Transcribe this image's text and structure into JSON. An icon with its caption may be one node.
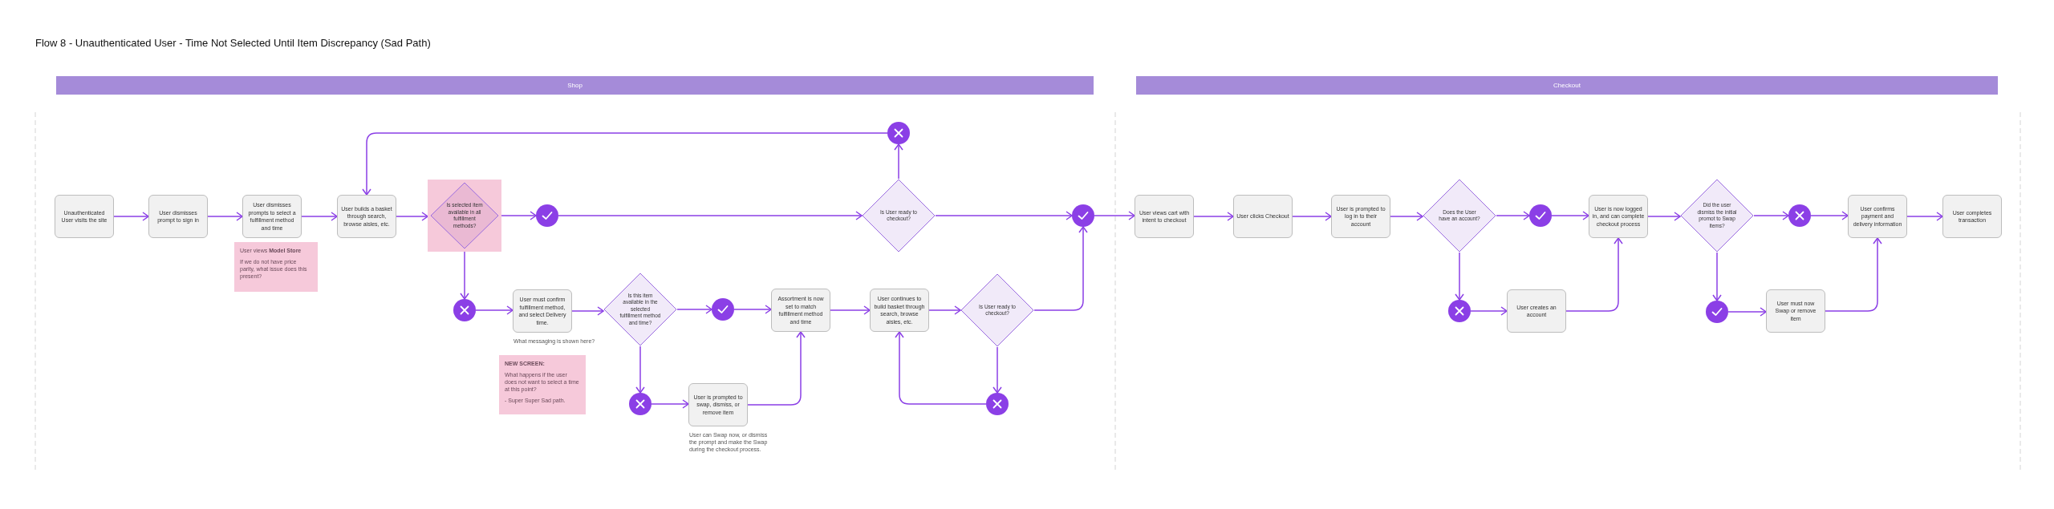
{
  "diagram": {
    "title": "Flow 8 - Unauthenticated User - Time Not Selected Until Item Discrepancy (Sad Path)",
    "nodes": [
      {
        "text": [
          "Shop"
        ]
      },
      {
        "text": [
          "Checkout"
        ]
      },
      {
        "text": [
          "Unauthenticated User visits the site"
        ]
      },
      {
        "text": [
          "User dismisses prompt to sign in"
        ]
      },
      {
        "text": [
          "User dismisses prompts to select a fulfillment method and time"
        ]
      },
      {
        "text": [
          "User views **Model Store**",
          "If we do not have price parity, what issue does this present?"
        ]
      },
      {
        "text": [
          "User builds a basket through search, browse aisles, etc."
        ]
      },
      {
        "text": [
          "Is selected item available in all fulfillment methods?"
        ]
      },
      {
        "text": [],
        "shape": "circle"
      },
      {
        "text": [],
        "shape": "circle"
      },
      {
        "text": [
          "Is User ready to checkout?"
        ]
      },
      {
        "text": [],
        "shape": "circle"
      },
      {
        "text": [],
        "shape": "circle"
      },
      {
        "text": [
          "User must confirm fulfillment method, and select Delivery time."
        ],
        "beside": [
          "What messaging is shown here?"
        ]
      },
      {
        "text": [
          "NEW SCREEN:",
          "What happens if the user does not want to select a time at this point?",
          "- Super Super Sad path."
        ]
      },
      {
        "text": [
          "Is this item available in the selected fulfillment method and time?"
        ]
      },
      {
        "text": [],
        "shape": "circle"
      },
      {
        "text": [
          "Assortment is now set to match fulfillment method and time"
        ]
      },
      {
        "text": [
          "User continues to build basket through search, browse aisles, etc."
        ]
      },
      {
        "text": [
          "Is User ready to checkout?"
        ]
      },
      {
        "text": [],
        "shape": "circle"
      },
      {
        "text": [
          "User is prompted to swap, dismiss, or remove item"
        ],
        "beside": [
          "User can Swap now, or dismiss the prompt and make the Swap during the checkout process."
        ]
      },
      {
        "text": [],
        "shape": "circle"
      },
      {
        "text": [
          "User views cart with intent to checkout"
        ]
      },
      {
        "text": [
          "User clicks Checkout"
        ]
      },
      {
        "text": [
          "User is prompted to log in to their account"
        ]
      },
      {
        "text": [
          "Does the User have an account?"
        ]
      },
      {
        "text": [],
        "shape": "circle"
      },
      {
        "text": [
          "User is now logged in, and can complete checkout process"
        ]
      },
      {
        "text": [
          "Did the user dismiss the initial promot to Swap items?"
        ]
      },
      {
        "text": [],
        "shape": "circle"
      },
      {
        "text": [
          "User confirms payment and delivery information"
        ]
      },
      {
        "text": [
          "User completes transaction"
        ]
      },
      {
        "text": [],
        "shape": "circle"
      },
      {
        "text": [
          "User creates an account"
        ]
      },
      {
        "text": [],
        "shape": "circle"
      },
      {
        "text": [
          "User must now Swap or remove item"
        ]
      }
    ],
    "edges": [
      {
        "from": 2,
        "to": 3,
        "arrow": "to"
      },
      {
        "from": 3,
        "to": 4,
        "arrow": "to"
      },
      {
        "from": 4,
        "to": 6,
        "arrow": "to"
      },
      {
        "from": 6,
        "to": 7,
        "arrow": "to"
      },
      {
        "from": 7,
        "to": 8,
        "arrow": "to"
      },
      {
        "from": 8,
        "to": 10,
        "arrow": "to"
      },
      {
        "from": 10,
        "to": 9,
        "arrow": "to"
      },
      {
        "from": 9,
        "to": 6,
        "arrow": "to"
      },
      {
        "from": 10,
        "to": 11,
        "arrow": "to"
      },
      {
        "from": 7,
        "to": 12,
        "arrow": "to"
      },
      {
        "from": 12,
        "to": 13,
        "arrow": "to"
      },
      {
        "from": 13,
        "to": 15,
        "arrow": "to"
      },
      {
        "from": 15,
        "to": 16,
        "arrow": "to"
      },
      {
        "from": 16,
        "to": 17,
        "arrow": "to"
      },
      {
        "from": 15,
        "to": 20,
        "arrow": "to"
      },
      {
        "from": 20,
        "to": 21,
        "arrow": "to"
      },
      {
        "from": 21,
        "to": 17,
        "arrow": "to"
      },
      {
        "from": 17,
        "to": 18,
        "arrow": "to"
      },
      {
        "from": 18,
        "to": 19,
        "arrow": "to"
      },
      {
        "from": 19,
        "to": 22,
        "arrow": "to"
      },
      {
        "from": 22,
        "to": 18,
        "arrow": "to"
      },
      {
        "from": 19,
        "to": 11,
        "arrow": "to"
      },
      {
        "from": 11,
        "to": 23,
        "arrow": "to"
      },
      {
        "from": 23,
        "to": 24,
        "arrow": "to"
      },
      {
        "from": 24,
        "to": 25,
        "arrow": "to"
      },
      {
        "from": 25,
        "to": 26,
        "arrow": "to"
      },
      {
        "from": 26,
        "to": 27,
        "arrow": "to"
      },
      {
        "from": 27,
        "to": 28,
        "arrow": "to"
      },
      {
        "from": 26,
        "to": 33,
        "arrow": "to"
      },
      {
        "from": 33,
        "to": 34,
        "arrow": "to"
      },
      {
        "from": 34,
        "to": 28,
        "arrow": "to"
      },
      {
        "from": 28,
        "to": 29,
        "arrow": "to"
      },
      {
        "from": 29,
        "to": 30,
        "arrow": "to"
      },
      {
        "from": 30,
        "to": 31,
        "arrow": "to"
      },
      {
        "from": 31,
        "to": 32,
        "arrow": "to"
      },
      {
        "from": 29,
        "to": 35,
        "arrow": "to"
      },
      {
        "from": 35,
        "to": 36,
        "arrow": "to"
      },
      {
        "from": 36,
        "to": 31,
        "arrow": "to"
      }
    ]
  }
}
